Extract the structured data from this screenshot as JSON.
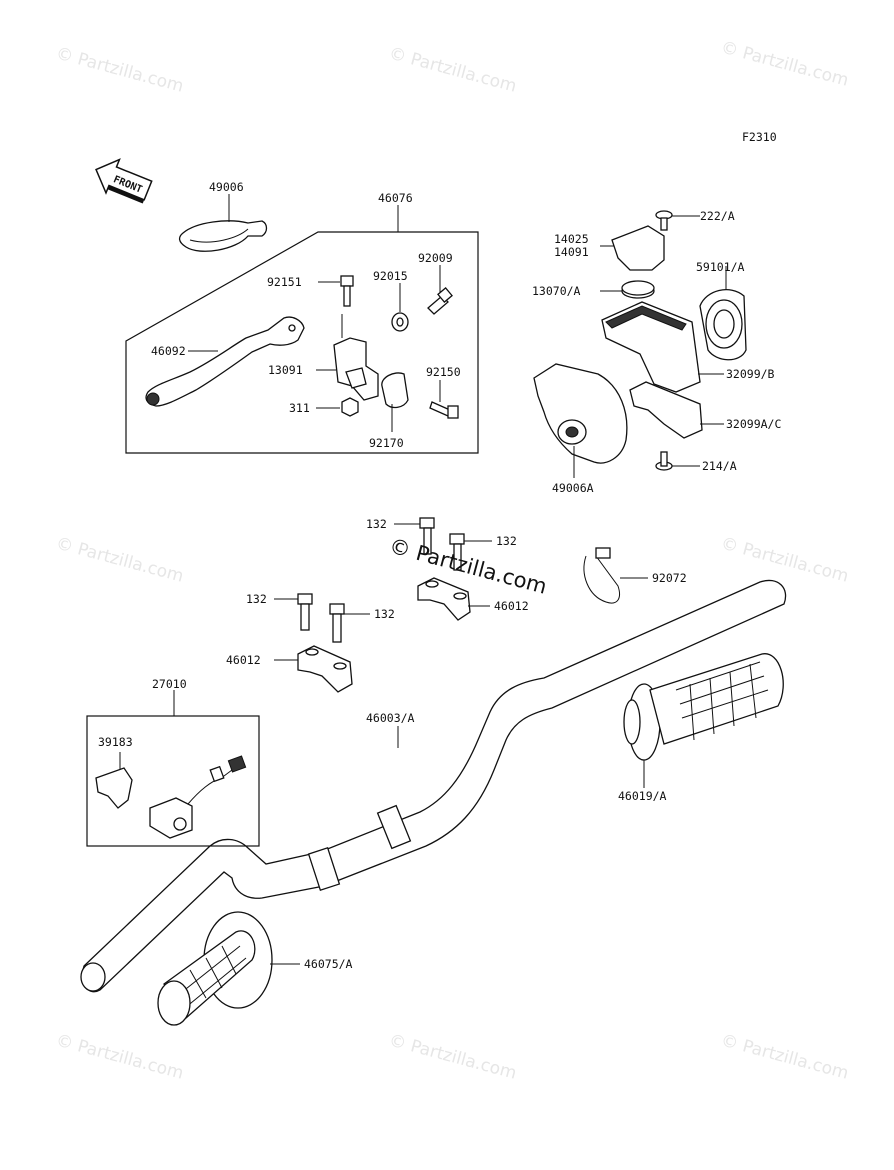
{
  "watermarks": {
    "text": "© Partzilla.com",
    "center_text": "© Partzilla.com"
  },
  "figure_code": "F2310",
  "front_label": "FRONT",
  "parts": {
    "p49006": "49006",
    "p46076": "46076",
    "p92009": "92009",
    "p92151": "92151",
    "p92015": "92015",
    "p46092": "46092",
    "p13091": "13091",
    "p92150": "92150",
    "p311": "311",
    "p92170": "92170",
    "p222A": "222/A",
    "p14025": "14025",
    "p14091": "14091",
    "p59101A": "59101/A",
    "p13070A": "13070/A",
    "p32099B": "32099/B",
    "p32099AC": "32099A/C",
    "p214A": "214/A",
    "p49006A": "49006A",
    "p132a": "132",
    "p132b": "132",
    "p132c": "132",
    "p132d": "132",
    "p92072": "92072",
    "p46012a": "46012",
    "p46012b": "46012",
    "p27010": "27010",
    "p39183": "39183",
    "p46003A": "46003/A",
    "p46019A": "46019/A",
    "p46075A": "46075/A"
  }
}
